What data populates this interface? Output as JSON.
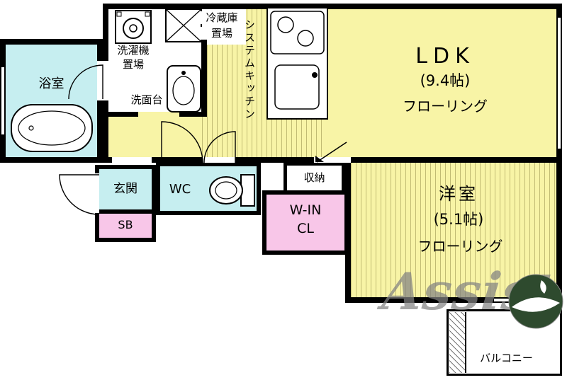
{
  "rooms": {
    "bathroom": {
      "label": "浴室"
    },
    "laundry": {
      "line1": "洗濯機",
      "line2": "置場"
    },
    "fridge": {
      "line1": "冷蔵庫",
      "line2": "置場"
    },
    "kitchen": {
      "label": "システムキッチン"
    },
    "washbasin": {
      "label": "洗面台"
    },
    "ldk": {
      "name": "LDK",
      "size": "(9.4帖)",
      "flooring": "フローリング"
    },
    "entrance": {
      "label": "玄関"
    },
    "shoe_box": {
      "label": "SB"
    },
    "wc": {
      "label": "WC"
    },
    "storage": {
      "label": "収納"
    },
    "walk_in_closet": {
      "line1": "W-IN",
      "line2": "CL"
    },
    "western_room": {
      "name": "洋室",
      "size": "(5.1帖)",
      "flooring": "フローリング"
    },
    "balcony": {
      "label": "バルコニー"
    }
  },
  "watermark": {
    "text": "Assist"
  },
  "colors": {
    "floor_yellow": "#F8F4A6",
    "wet_area_cyan": "#C6EEF0",
    "closet_pink": "#F8C6E8",
    "wall_black": "#000000",
    "watermark_gray": "#8C8C8C",
    "logo_green": "#2E4A2E"
  },
  "icons": [
    "washing-machine-icon",
    "refrigerator-icon",
    "stove-icon",
    "kitchen-sink-icon",
    "washbasin-icon",
    "bathtub-icon",
    "toilet-icon",
    "assist-logo-icon"
  ]
}
